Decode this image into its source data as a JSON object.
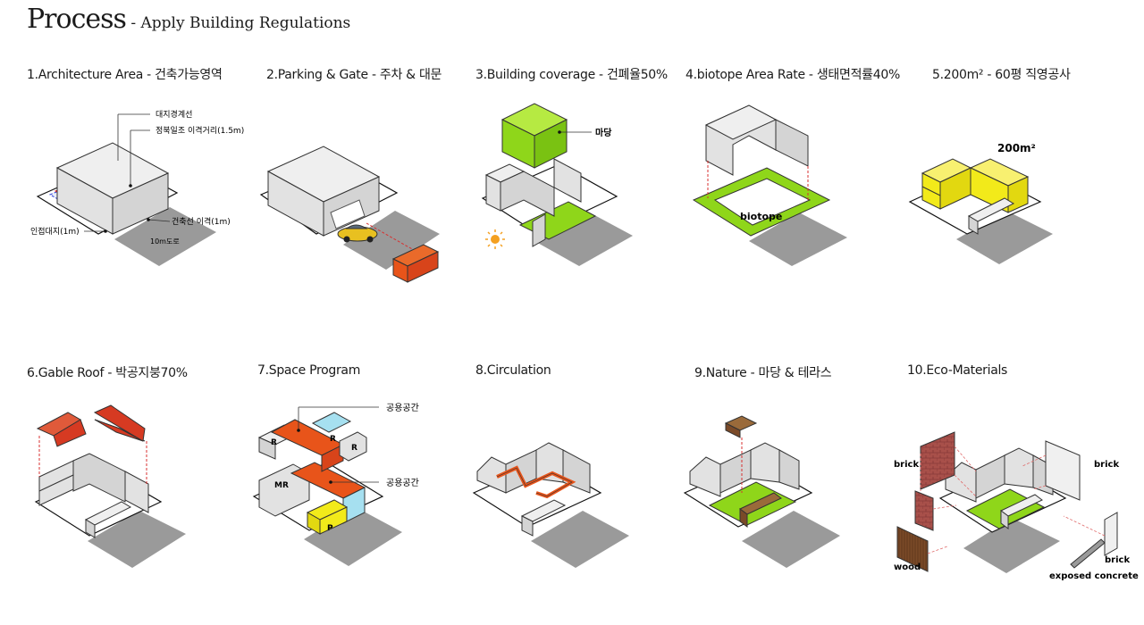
{
  "title": {
    "main": "Process",
    "sub": " - Apply Building Regulations"
  },
  "steps": [
    {
      "label": "1.Architecture Area - 건축가능영역"
    },
    {
      "label": "2.Parking & Gate - 주차 & 대문"
    },
    {
      "label": "3.Building coverage - 건폐율50%"
    },
    {
      "label": "4.biotope Area Rate - 생태면적률40%"
    },
    {
      "label": "5.200m² - 60평 직영공사"
    },
    {
      "label": "6.Gable Roof - 박공지붕70%"
    },
    {
      "label": "7.Space Program"
    },
    {
      "label": "8.Circulation"
    },
    {
      "label": "9.Nature - 마당 & 테라스"
    },
    {
      "label": "10.Eco-Materials"
    }
  ],
  "annotations": {
    "boundary": "대지경계선",
    "north_setback": "정북일조 이격거리(1.5m)",
    "building_setback": "건축선 이격(1m)",
    "adjacent": "인접대지(1m)",
    "road": "10m도로",
    "yard": "마당",
    "biotope": "biotope",
    "area": "200m²",
    "public1": "공용공간",
    "public2": "공용공간",
    "room_r1": "R",
    "room_r2": "R",
    "room_r3": "R",
    "room_mr": "MR",
    "room_p": "P",
    "brick_left": "brick",
    "brick_right": "brick",
    "brick_low": "brick",
    "wood": "wood",
    "concrete": "exposed concrete"
  },
  "colors": {
    "green": "#8fd61a",
    "orange": "#e8541a",
    "red": "#d63a22",
    "yellow": "#f2ea1a",
    "cyan": "#a6e0f0",
    "shadow": "#9a9a9a",
    "brown": "#9a6a3a"
  }
}
